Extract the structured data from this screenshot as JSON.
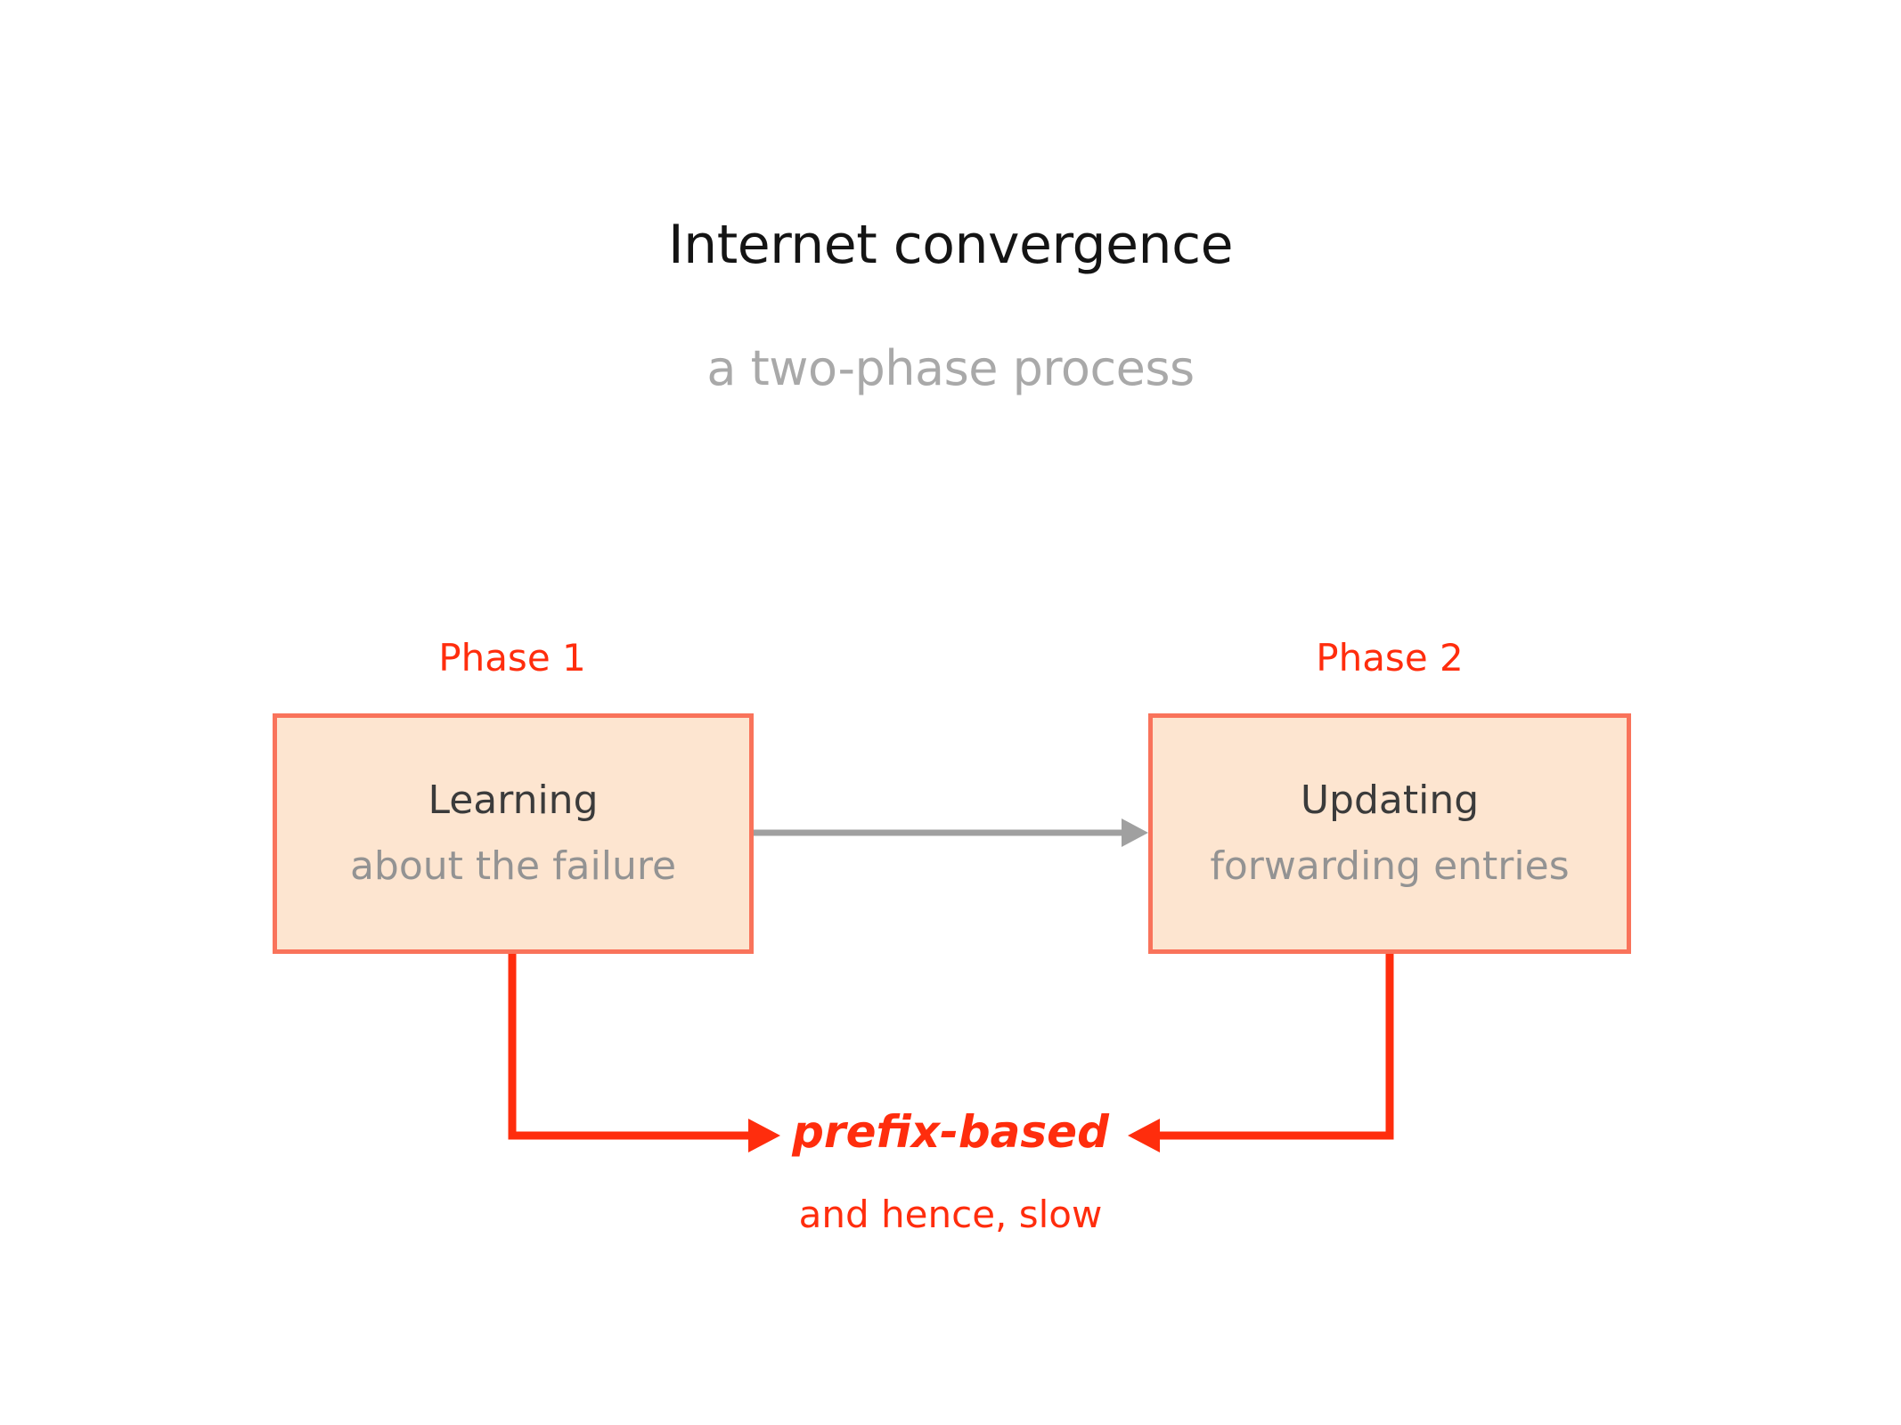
{
  "slide": {
    "title": "Internet convergence",
    "subtitle": "a two-phase process",
    "background_color": "#ffffff"
  },
  "colors": {
    "title_text": "#141414",
    "subtitle_text": "#a9a9a9",
    "accent_red": "#ff2d0d",
    "box_border": "#f9735b",
    "box_fill": "#fde5d0",
    "box_title_text": "#3b3b3b",
    "box_sub_text": "#939393",
    "flow_arrow": "#a0a0a0"
  },
  "phases": [
    {
      "label": "Phase 1",
      "title": "Learning",
      "subtitle": "about the failure"
    },
    {
      "label": "Phase 2",
      "title": "Updating",
      "subtitle": "forwarding entries"
    }
  ],
  "callout": {
    "emphasis": "prefix-based",
    "note": "and hence, slow"
  },
  "connectors": {
    "phase1_to_phase2": "gray horizontal arrow pointing right",
    "phase1_to_callout": "red elbow arrow pointing right into callout",
    "phase2_to_callout": "red elbow arrow pointing left into callout"
  }
}
